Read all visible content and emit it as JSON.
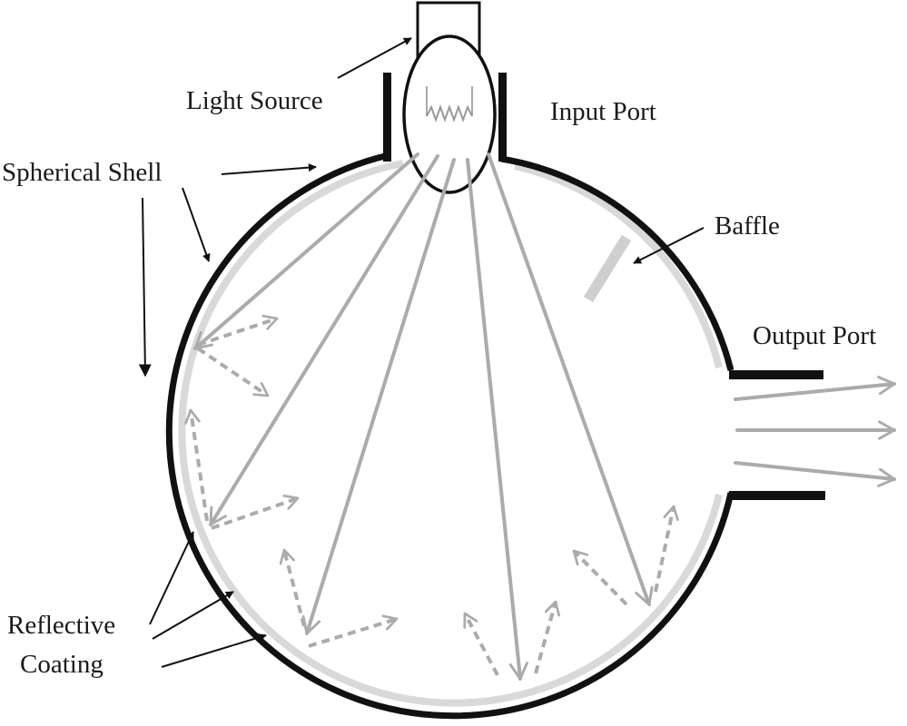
{
  "labels": {
    "light_source": "Light Source",
    "input_port": "Input Port",
    "spherical_shell": "Spherical Shell",
    "baffle": "Baffle",
    "output_port": "Output Port",
    "reflective_line1": "Reflective",
    "reflective_line2": "Coating"
  },
  "colors": {
    "shell": "#111111",
    "coating": "#d9d9d9",
    "rays": "#ababab",
    "text": "#1a1a1a",
    "background": "#ffffff"
  }
}
